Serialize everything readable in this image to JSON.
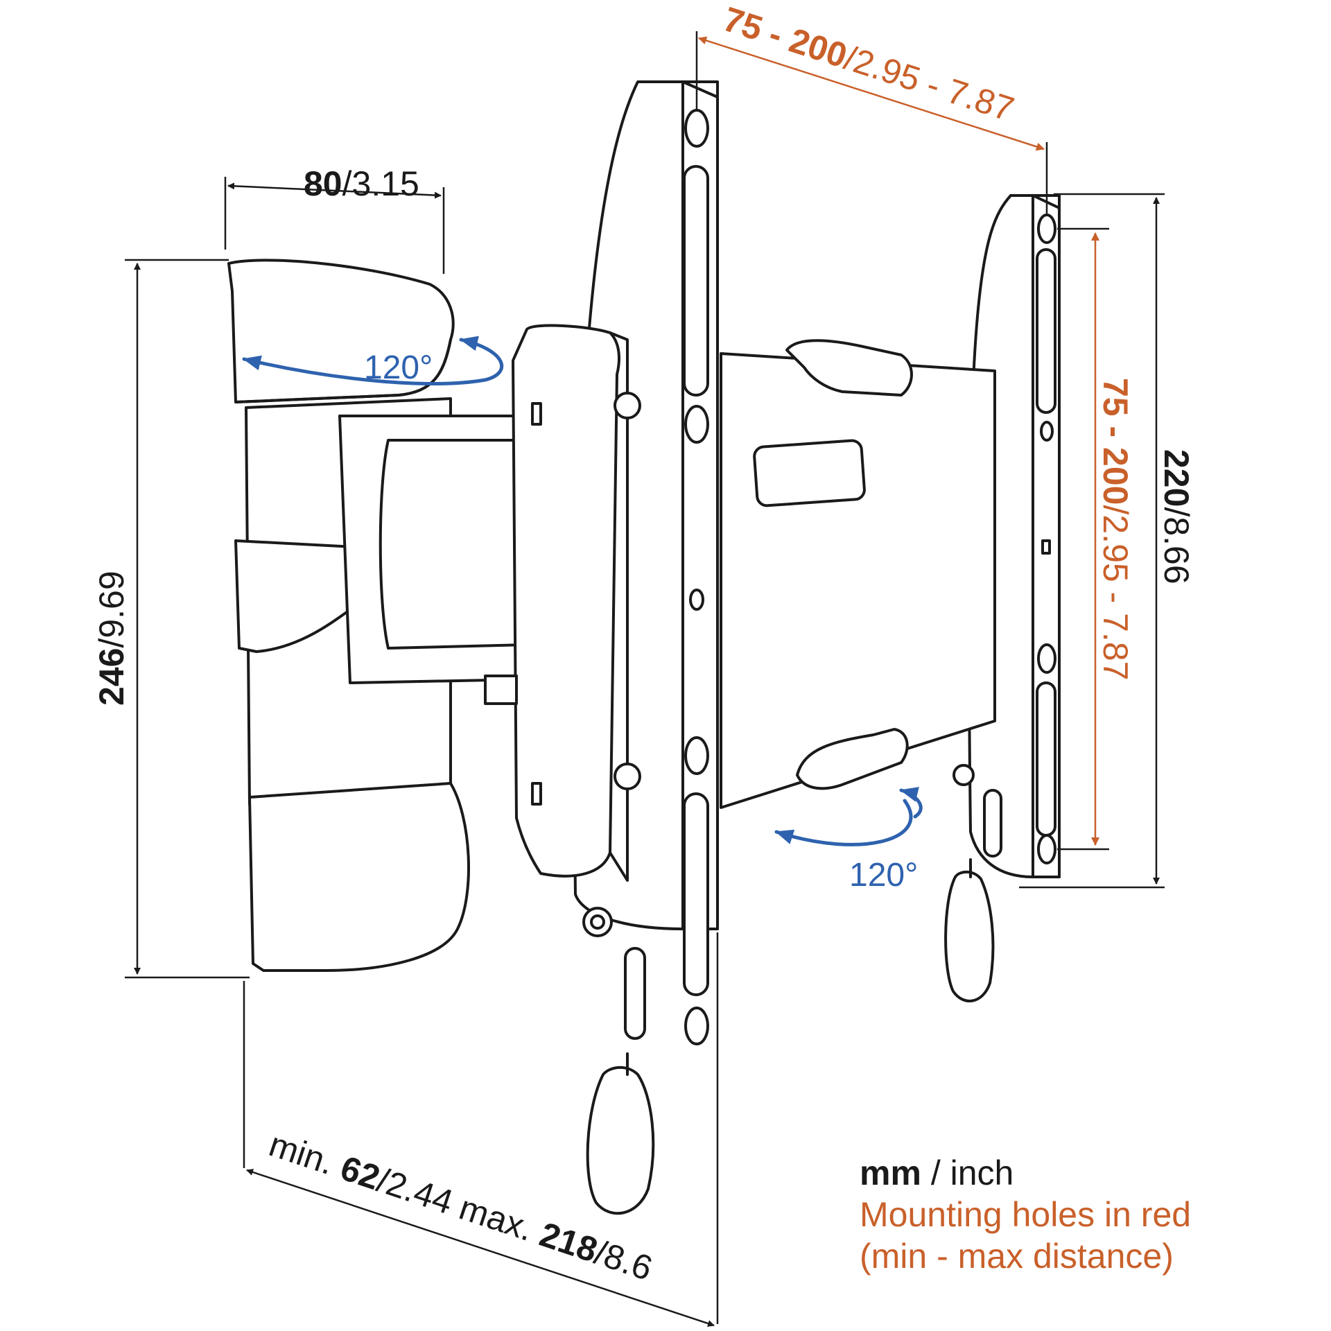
{
  "colors": {
    "line": "#1a1a1a",
    "accent_red": "#c9602a",
    "accent_blue": "#2e62ae",
    "fill": "#ffffff"
  },
  "dimensions": {
    "top_width": {
      "bold": "80",
      "rest": "/3.15"
    },
    "left_height": {
      "bold": "246",
      "rest": "/9.69"
    },
    "plate_height": {
      "bold": "220",
      "rest": "/8.66"
    },
    "hole_horizontal": {
      "bold": "75 - 200",
      "rest": "/2.95 - 7.87"
    },
    "hole_vertical": {
      "bold": "75 - 200",
      "rest": "/2.95 - 7.87"
    },
    "depth": {
      "prefix": "min. ",
      "min_bold": "62",
      "min_rest": "/2.44 max. ",
      "max_bold": "218",
      "max_rest": "/8.6"
    }
  },
  "rotation": {
    "upper": "120°",
    "lower": "120°"
  },
  "legend": {
    "unit_bold": "mm",
    "unit_rest": " / inch",
    "line2": "Mounting holes in red",
    "line3": "(min - max distance)"
  }
}
